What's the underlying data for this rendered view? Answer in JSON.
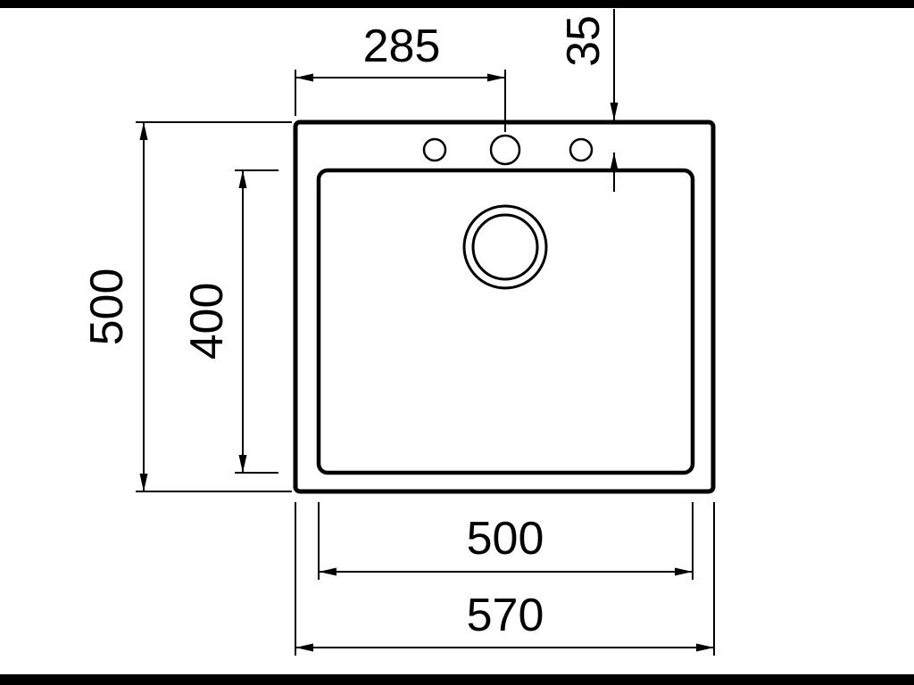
{
  "page": {
    "background": "#ffffff",
    "line_color": "#000000",
    "letterbox_color": "#000000"
  },
  "drawing": {
    "kind": "sink-top-view-dimensioned",
    "labels": {
      "top_center_width": "285",
      "hole_offset": "35",
      "overall_depth": "500",
      "bowl_depth": "400",
      "bowl_width": "500",
      "overall_width": "570"
    }
  }
}
